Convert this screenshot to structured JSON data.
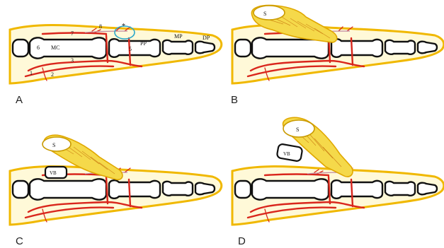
{
  "panels": [
    {
      "letter": "A",
      "labels": {
        "mc": "MC",
        "pp": "PP",
        "mp": "MP",
        "dp": "DP",
        "n1": "1",
        "n2": "2",
        "n3": "3",
        "n5": "5",
        "n6": "6",
        "n7": "7",
        "n8": "8",
        "asterisk": "*"
      }
    },
    {
      "letter": "B",
      "labels": {
        "s": "S"
      }
    },
    {
      "letter": "C",
      "labels": {
        "s": "S",
        "vb": "VB"
      }
    },
    {
      "letter": "D",
      "labels": {
        "s": "S",
        "vb": "VB"
      }
    }
  ],
  "colors": {
    "skin_outline": "#f0b800",
    "vessels": "#d9261c",
    "bone_outline": "#111111",
    "flap_fill": "#f5d94a",
    "circle_marker": "#2aa7c9"
  }
}
